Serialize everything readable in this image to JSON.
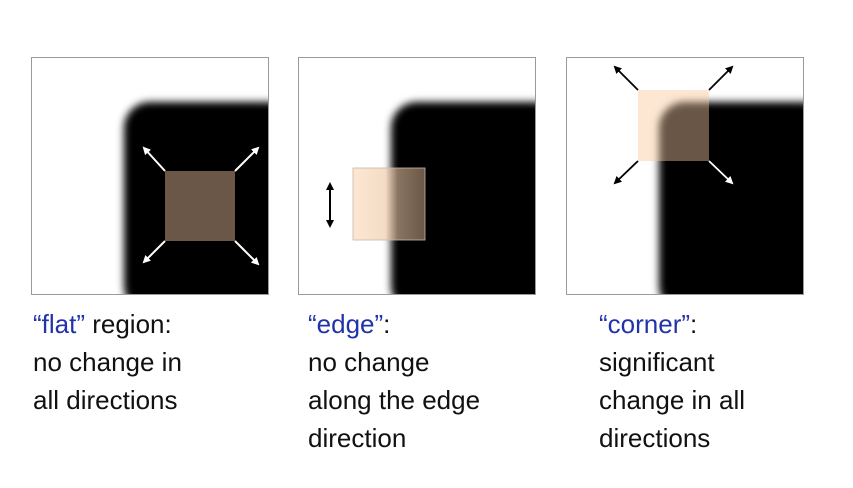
{
  "colors": {
    "term_blue": "#2233aa",
    "text": "#111111",
    "object_black": "#000000",
    "window_dark_brown": "#6b5747",
    "window_light_peach": "#fde7d3",
    "frame_gray": "#9a9a9a"
  },
  "panels": [
    {
      "id": "flat",
      "term": "“flat”",
      "term_suffix": " region:",
      "lines": [
        "no change in",
        "all directions"
      ]
    },
    {
      "id": "edge",
      "term": "“edge”",
      "term_suffix": ":",
      "lines": [
        "no change",
        "along the edge",
        "direction"
      ]
    },
    {
      "id": "corner",
      "term": "“corner”",
      "term_suffix": ":",
      "lines": [
        "significant",
        "change in all",
        "directions"
      ]
    }
  ]
}
